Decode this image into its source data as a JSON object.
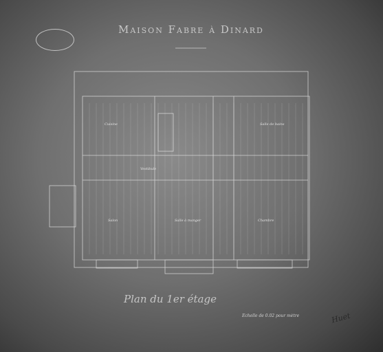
{
  "drawing": {
    "title": "Maison Fabre à Dinard",
    "plan_title": "Plan du 1er étage",
    "scale_note": "Echelle de 0.02 pour mètre",
    "signature": "Huet",
    "stamp_text": "",
    "rooms": {
      "cuisine": "Cuisine",
      "salle_de_bains": "Salle de bains",
      "vestibule": "Vestibule",
      "salon": "Salon",
      "salle_a_manger": "Salle à manger",
      "chambre": "Chambre"
    }
  },
  "colors": {
    "paper": "#7a7a7a",
    "linework": "#e8e8e8"
  }
}
